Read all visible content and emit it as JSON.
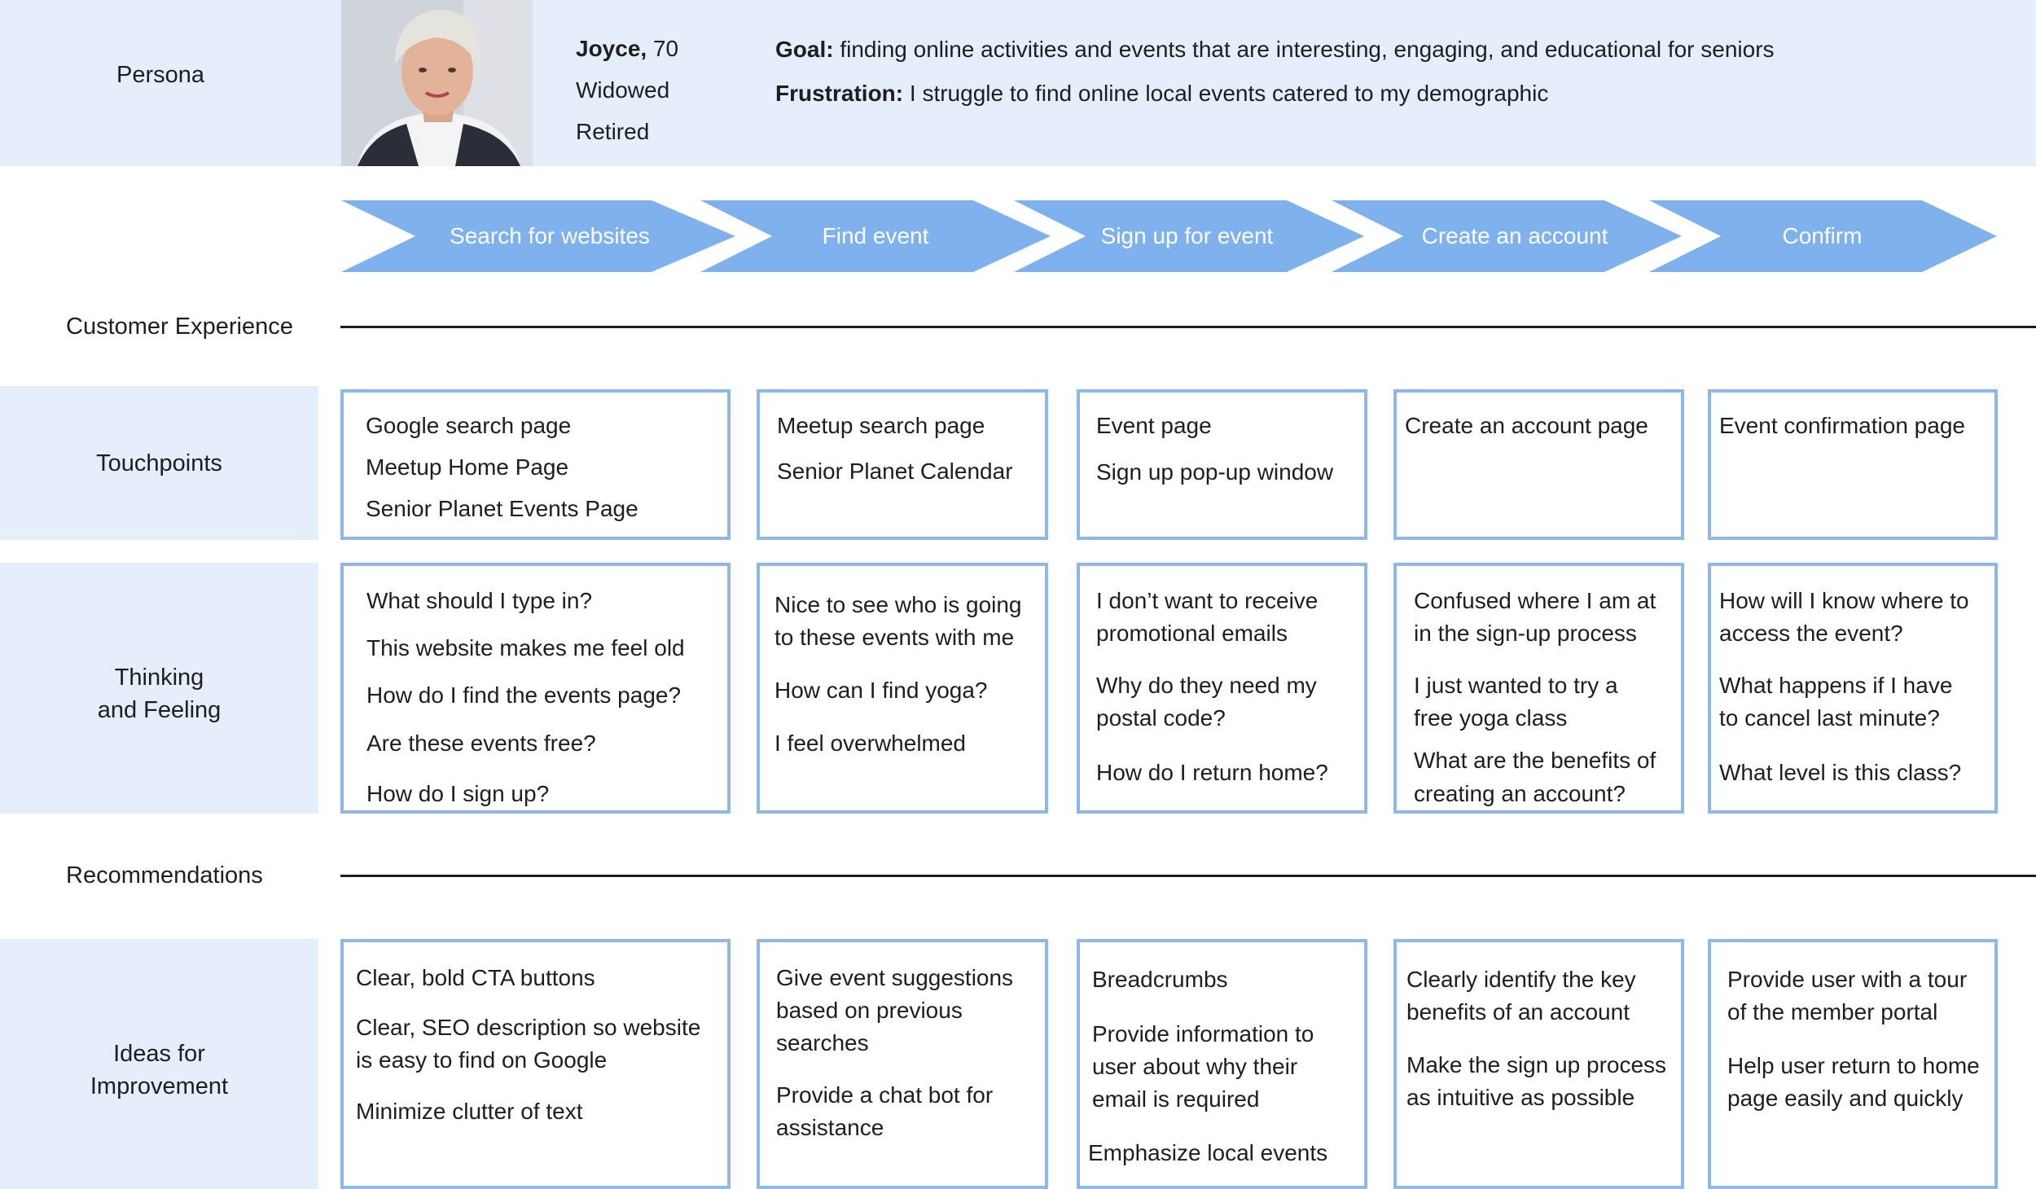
{
  "persona": {
    "label": "Persona",
    "name": "Joyce,",
    "age": " 70",
    "status": "Widowed",
    "occupation": "Retired",
    "goal_label": "Goal:",
    "goal_text": " finding online activities and events that are interesting, engaging, and educational for seniors",
    "frustration_label": "Frustration:",
    "frustration_text": "  I struggle to find online local events catered to my demographic"
  },
  "stages": [
    "Search for websites",
    "Find event",
    "Sign up for event",
    "Create an account",
    "Confirm"
  ],
  "sections": {
    "customer_experience": "Customer Experience",
    "touchpoints": "Touchpoints",
    "thinking_line1": "Thinking",
    "thinking_line2": "and Feeling",
    "recommendations": "Recommendations",
    "ideas_line1": "Ideas for",
    "ideas_line2": "Improvement"
  },
  "touchpoints": [
    [
      "Google search page",
      "Meetup Home Page",
      "Senior Planet Events Page"
    ],
    [
      "Meetup search page",
      "Senior Planet Calendar"
    ],
    [
      "Event page",
      "Sign up pop-up window"
    ],
    [
      "Create an account page"
    ],
    [
      "Event confirmation page"
    ]
  ],
  "thinking": [
    [
      "What should I type in?",
      "This website makes me feel old",
      "How do I find the events page?",
      "Are these events free?",
      "How do I sign up?"
    ],
    [
      "Nice to see who is going",
      "to these events with me",
      "How can I find yoga?",
      "I feel overwhelmed"
    ],
    [
      "I don’t want to receive",
      "promotional emails",
      "Why do they need my",
      "postal code?",
      "How do I return home?"
    ],
    [
      "Confused where I am at",
      "in the sign-up process",
      "I just wanted to try a",
      "free yoga class",
      "What are the benefits of",
      "creating an account?"
    ],
    [
      "How will I know where to",
      "access the event?",
      "What happens if I have",
      "to cancel last minute?",
      "What level is this class?"
    ]
  ],
  "ideas": [
    [
      "Clear, bold CTA buttons",
      "Clear, SEO description so website",
      "is easy to find on Google",
      "Minimize clutter of text"
    ],
    [
      "Give event suggestions",
      "based on previous",
      "searches",
      "Provide a chat bot for",
      "assistance"
    ],
    [
      "Breadcrumbs",
      "Provide information to",
      "user about why their",
      "email is required",
      "Emphasize local events"
    ],
    [
      "Clearly identify the key",
      "benefits of an account",
      "Make the sign up process",
      "as intuitive as possible"
    ],
    [
      "Provide user with a tour",
      "of the member portal",
      "Help user return to home",
      "page easily and quickly"
    ]
  ],
  "colors": {
    "band": "#e4effb",
    "arrow": "#7fb2ec",
    "box_border": "#8db9ea"
  }
}
